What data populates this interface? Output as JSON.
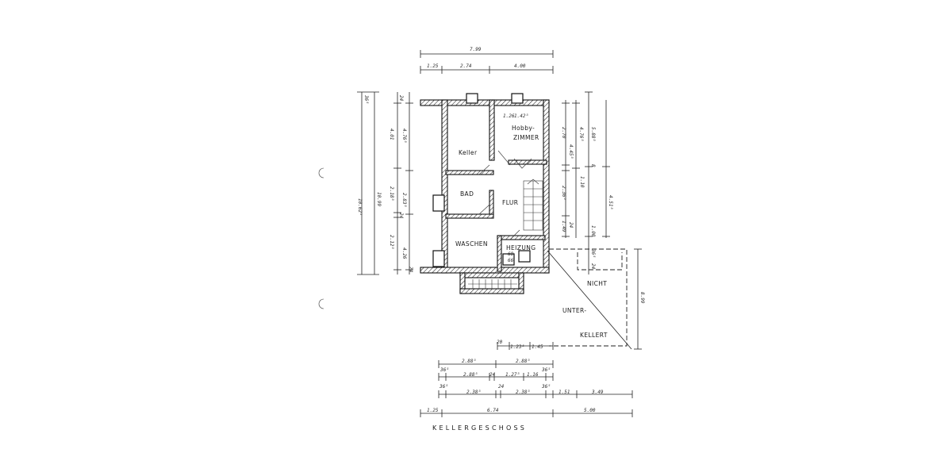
{
  "title": "KELLERGESCHOSS",
  "rooms": {
    "keller": "Keller",
    "hobby_1": "Hobby-",
    "hobby_2": "ZIMMER",
    "bad": "BAD",
    "flur": "FLUR",
    "waschen": "WASCHEN",
    "heizung": "HEIZUNG",
    "nicht": "NICHT",
    "unter": "UNTER-",
    "kellert": "KELLERT"
  },
  "dims_top": {
    "total": "7.99",
    "a": "1.25",
    "b": "2.74",
    "c": "4.00"
  },
  "dims_interior": {
    "d126": "1.26",
    "d142": "1.42⁵",
    "d68": "68",
    "d66": "66"
  },
  "dims_left": {
    "overall_1": "10.62⁵",
    "overall_2": "10.99",
    "t1": "36⁵",
    "t2": "24",
    "s1": "4.01",
    "s2": "4.76⁵",
    "s3": "2.18⁵",
    "s4": "2.83⁵",
    "s5": "2.12⁵",
    "s6": "24",
    "s7": "4.26",
    "s8": "24"
  },
  "dims_right": {
    "r1": "2.70",
    "r2": "4.76⁵",
    "r3": "4.45⁵",
    "r4": "5.88⁵",
    "r5": "1.10",
    "r6": "8",
    "r7": "2.36⁵",
    "r8": "4.51⁵",
    "r9": "1.49",
    "r10": "24",
    "r11": "1.00",
    "r12": "36⁵",
    "r13": "24",
    "ext": "8.99"
  },
  "dims_bottom": {
    "row1_a": "20",
    "row1_b": "1.23⁵",
    "row1_c": "1.45",
    "row2_a": "2.88⁵",
    "row2_b": "2.88⁵",
    "row3_a": "36⁵",
    "row3_b": "2.88⁵",
    "row3_c": "24",
    "row3_d": "1.27⁵",
    "row3_e": "1.16",
    "row3_f": "36⁵",
    "row4_a": "36⁵",
    "row4_b": "2.38⁵",
    "row4_c": "24",
    "row4_d": "2.38⁵",
    "row4_e": "36⁵",
    "row4_f": "1.51",
    "row4_g": "3.49",
    "row5_a": "1.25",
    "row5_b": "6.74",
    "row5_c": "5.00"
  }
}
